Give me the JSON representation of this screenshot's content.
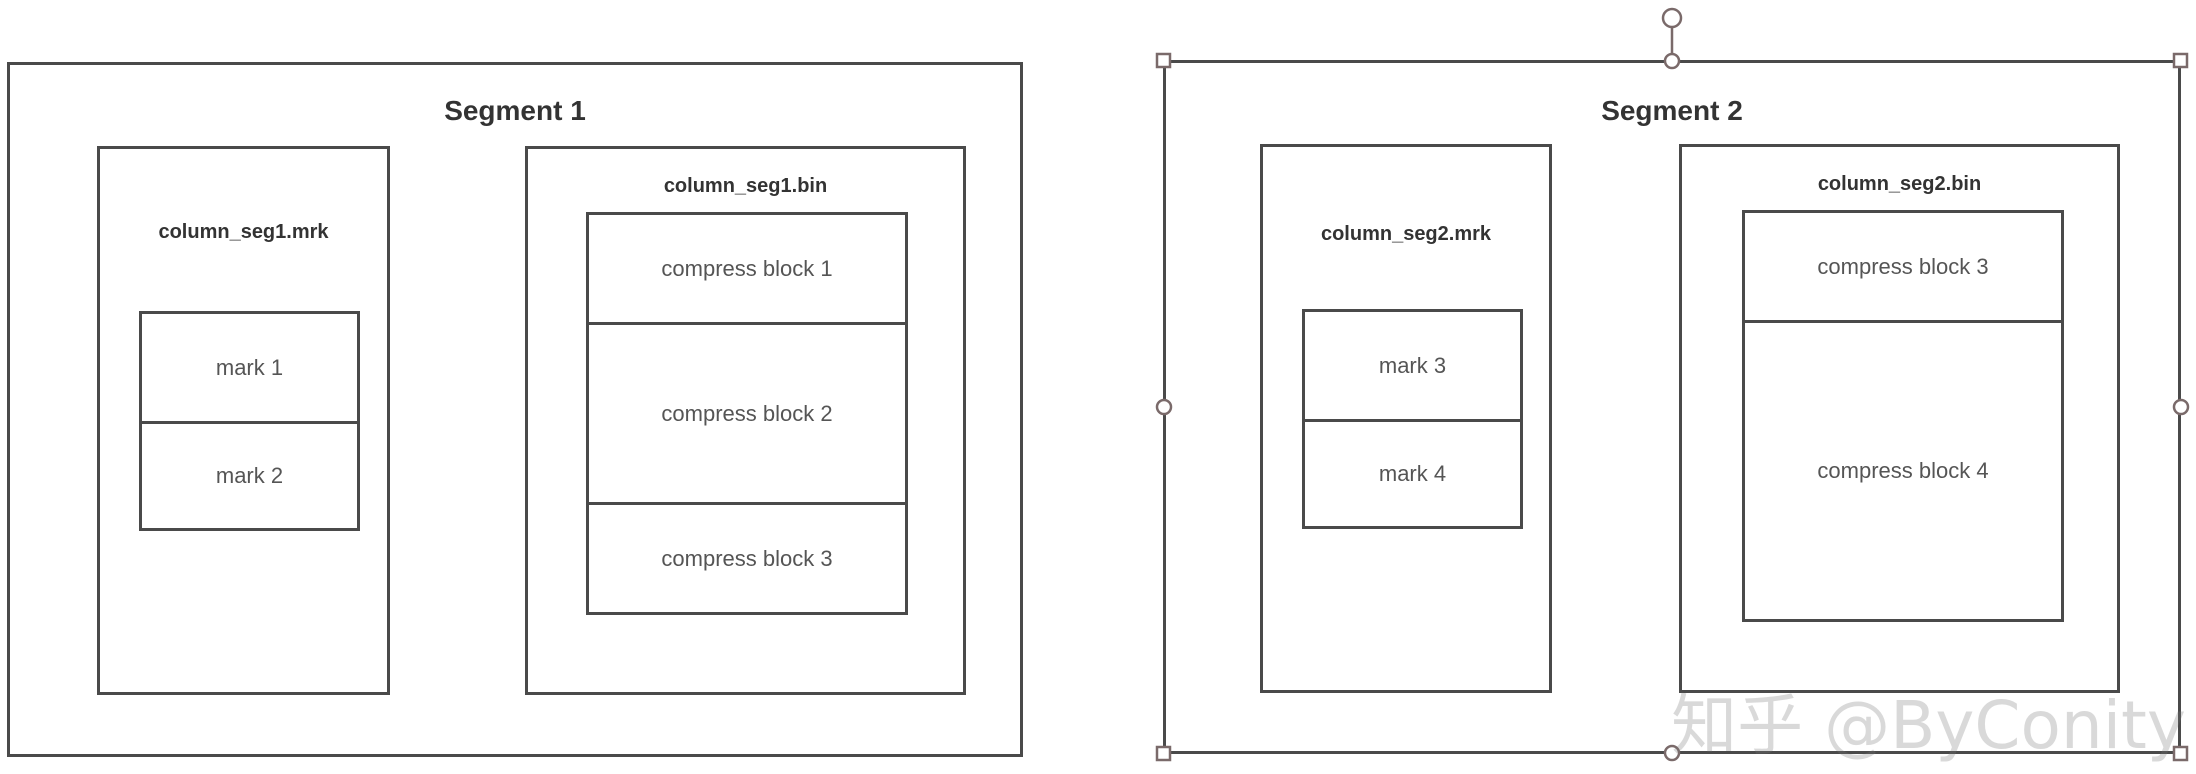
{
  "segments": [
    {
      "title": "Segment 1",
      "mrk": {
        "title": "column_seg1.mrk",
        "marks": [
          "mark 1",
          "mark 2"
        ]
      },
      "bin": {
        "title": "column_seg1.bin",
        "blocks": [
          "compress block 1",
          "compress block 2",
          "compress block 3"
        ]
      }
    },
    {
      "title": "Segment 2",
      "mrk": {
        "title": "column_seg2.mrk",
        "marks": [
          "mark 3",
          "mark 4"
        ]
      },
      "bin": {
        "title": "column_seg2.bin",
        "blocks": [
          "compress block 3",
          "compress block 4"
        ]
      }
    }
  ],
  "watermark": "知乎 @ByConity"
}
